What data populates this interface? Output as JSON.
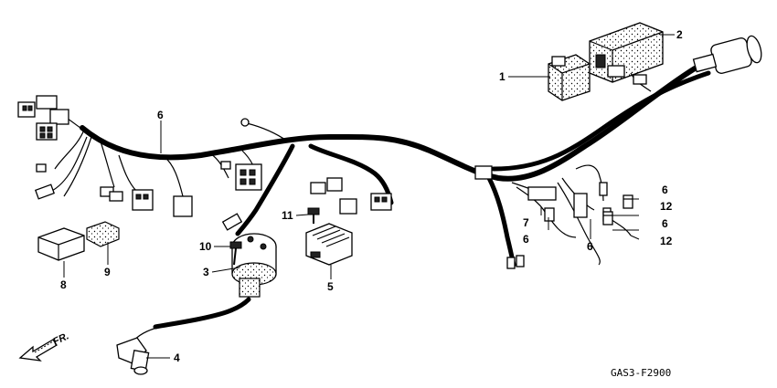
{
  "diagram": {
    "callouts": {
      "c1": "1",
      "c2": "2",
      "c3": "3",
      "c4": "4",
      "c5": "5",
      "c6_main": "6",
      "c6_a": "6",
      "c6_b": "6",
      "c6_c": "6",
      "c6_d": "6",
      "c7": "7",
      "c8": "8",
      "c9": "9",
      "c10": "10",
      "c11": "11",
      "c12_a": "12",
      "c12_b": "12"
    },
    "direction_label": "FR.",
    "drawing_code": "GAS3-F2900"
  }
}
